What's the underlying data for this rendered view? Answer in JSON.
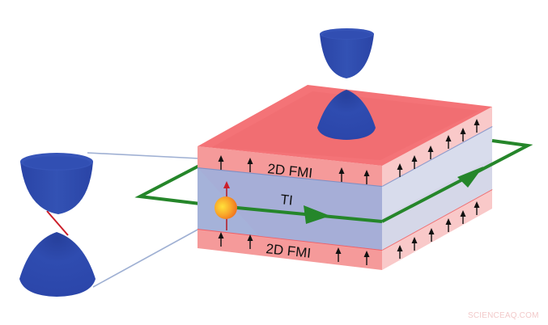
{
  "diagram": {
    "description": "Heterostructure: topological insulator (TI) sandwiched between two 2D ferromagnetic insulator (2D FMI) layers with chiral edge current and band-structure cones",
    "layers": [
      {
        "id": "top",
        "label": "2D FMI",
        "color": "#f47f7f"
      },
      {
        "id": "middle",
        "label": "TI",
        "color": "#aab4d8"
      },
      {
        "id": "bottom",
        "label": "2D FMI",
        "color": "#f47f7f"
      }
    ],
    "edge_current": {
      "color": "#2a8a2a",
      "description": "green arrowed loop around TI edge"
    },
    "electron": {
      "color_inner": "#ffd21f",
      "color_outer": "#f07a1e",
      "spin": "up",
      "spin_color": "#cc1f2a"
    },
    "band_structures": [
      {
        "id": "surface-gapped",
        "position": "top",
        "color": "#2d48a8"
      },
      {
        "id": "interface-dirac",
        "position": "left",
        "color": "#2d48a8",
        "dirac_line_color": "#cc1f2a"
      }
    ],
    "magnetization_arrows": "up",
    "watermark": "SCIENCEAQ.COM"
  }
}
